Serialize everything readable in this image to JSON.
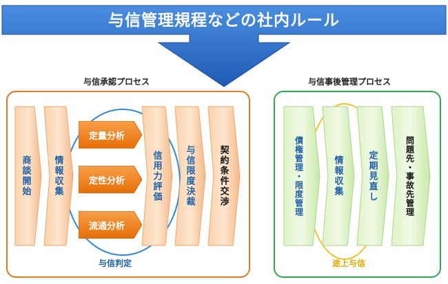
{
  "header": {
    "title": "与信管理規程などの社内ルール"
  },
  "left_section": {
    "label": "与信承認プロセス",
    "steps": [
      {
        "label": "商談開始"
      },
      {
        "label": "情報収集"
      },
      {
        "label": "信用力評価"
      },
      {
        "label": "与信限度決裁"
      },
      {
        "label": "契約条件交渉"
      }
    ],
    "analyses": [
      {
        "label": "定量分析"
      },
      {
        "label": "定性分析"
      },
      {
        "label": "流通分析"
      }
    ],
    "cycle_caption": "与信判定"
  },
  "right_section": {
    "label": "与信事後管理プロセス",
    "steps": [
      {
        "label": "債権管理・限度管理"
      },
      {
        "label": "情報収集"
      },
      {
        "label": "定期見直し"
      },
      {
        "label": "問題先・事故先管理"
      }
    ],
    "cycle_caption": "途上与信"
  },
  "colors": {
    "banner": "#2f6fc4",
    "left_border": "#e07a1a",
    "right_border": "#2fa84f",
    "left_step_text": "#1f5fa8",
    "right_step_text": "#1f5fa8",
    "analysis_fill": "#f07d10",
    "cycle_blue": "#2b8ad6",
    "cycle_yellow": "#f0c020"
  }
}
